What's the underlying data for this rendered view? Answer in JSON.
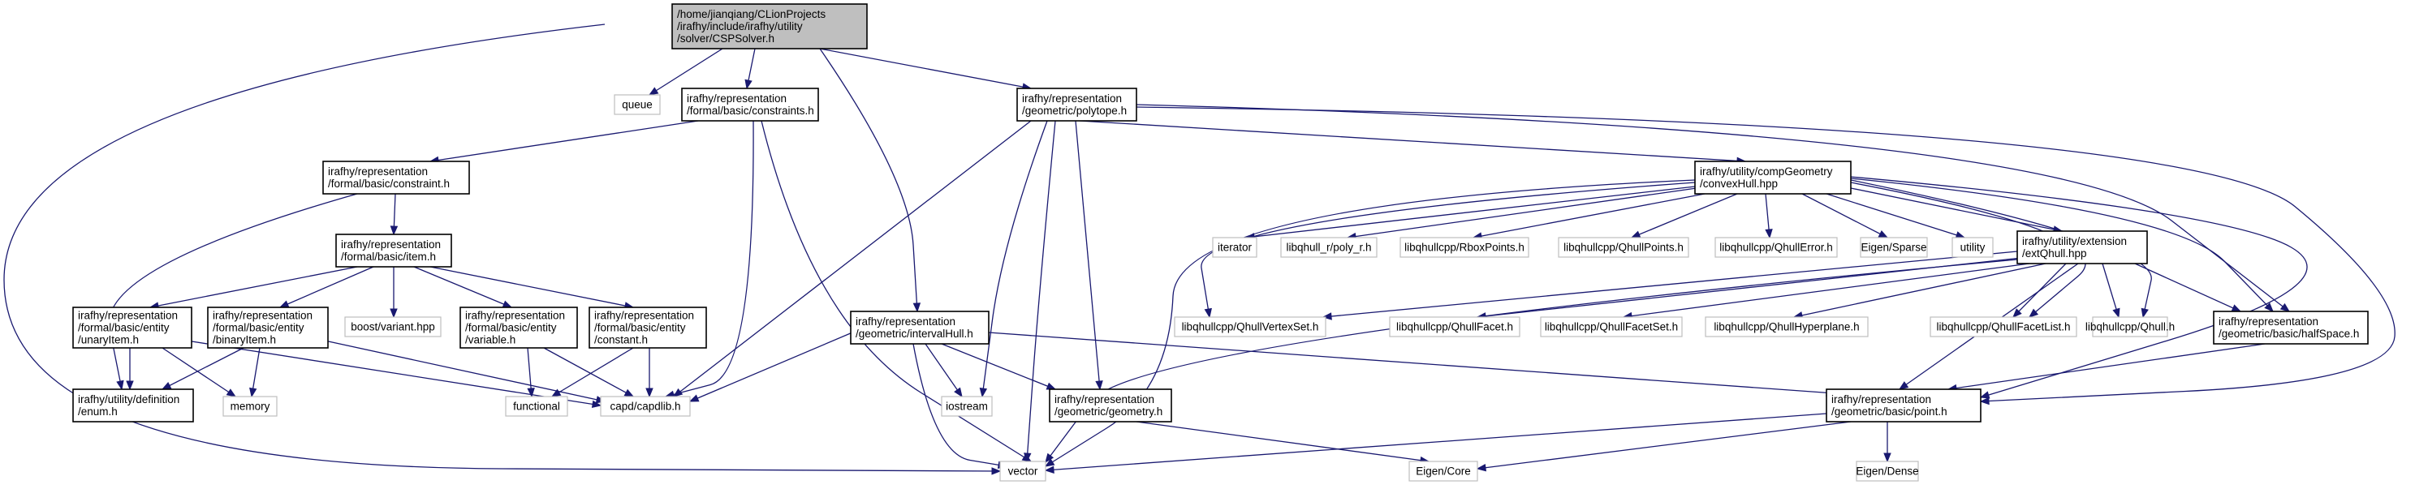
{
  "diagram": {
    "nodes": [
      {
        "id": "root",
        "lines": [
          "/home/jianqiang/CLionProjects",
          "/irafhy/include/irafhy/utility",
          "/solver/CSPSolver.h"
        ],
        "kind": "root"
      },
      {
        "id": "queue",
        "lines": [
          "queue"
        ],
        "kind": "external"
      },
      {
        "id": "constraints",
        "lines": [
          "irafhy/representation",
          "/formal/basic/constraints.h"
        ],
        "kind": "internal"
      },
      {
        "id": "polytope",
        "lines": [
          "irafhy/representation",
          "/geometric/polytope.h"
        ],
        "kind": "internal"
      },
      {
        "id": "constraint",
        "lines": [
          "irafhy/representation",
          "/formal/basic/constraint.h"
        ],
        "kind": "internal"
      },
      {
        "id": "convexhull",
        "lines": [
          "irafhy/utility/compGeometry",
          "/convexHull.hpp"
        ],
        "kind": "internal"
      },
      {
        "id": "item",
        "lines": [
          "irafhy/representation",
          "/formal/basic/item.h"
        ],
        "kind": "internal"
      },
      {
        "id": "iterator",
        "lines": [
          "iterator"
        ],
        "kind": "external"
      },
      {
        "id": "libqhullr",
        "lines": [
          "libqhull_r/poly_r.h"
        ],
        "kind": "external"
      },
      {
        "id": "rboxpoints",
        "lines": [
          "libqhullcpp/RboxPoints.h"
        ],
        "kind": "external"
      },
      {
        "id": "qhullpoints",
        "lines": [
          "libqhullcpp/QhullPoints.h"
        ],
        "kind": "external"
      },
      {
        "id": "qhullerror",
        "lines": [
          "libqhullcpp/QhullError.h"
        ],
        "kind": "external"
      },
      {
        "id": "eigensparse",
        "lines": [
          "Eigen/Sparse"
        ],
        "kind": "external"
      },
      {
        "id": "utility",
        "lines": [
          "utility"
        ],
        "kind": "external"
      },
      {
        "id": "extqhull",
        "lines": [
          "irafhy/utility/extension",
          "/extQhull.hpp"
        ],
        "kind": "internal"
      },
      {
        "id": "unaryitem",
        "lines": [
          "irafhy/representation",
          "/formal/basic/entity",
          "/unaryItem.h"
        ],
        "kind": "internal"
      },
      {
        "id": "binaryitem",
        "lines": [
          "irafhy/representation",
          "/formal/basic/entity",
          "/binaryItem.h"
        ],
        "kind": "internal"
      },
      {
        "id": "boostvariant",
        "lines": [
          "boost/variant.hpp"
        ],
        "kind": "external"
      },
      {
        "id": "variable",
        "lines": [
          "irafhy/representation",
          "/formal/basic/entity",
          "/variable.h"
        ],
        "kind": "internal"
      },
      {
        "id": "constant",
        "lines": [
          "irafhy/representation",
          "/formal/basic/entity",
          "/constant.h"
        ],
        "kind": "internal"
      },
      {
        "id": "intervalhull",
        "lines": [
          "irafhy/representation",
          "/geometric/intervalHull.h"
        ],
        "kind": "internal"
      },
      {
        "id": "qhullvertexset",
        "lines": [
          "libqhullcpp/QhullVertexSet.h"
        ],
        "kind": "external"
      },
      {
        "id": "qhullfacet",
        "lines": [
          "libqhullcpp/QhullFacet.h"
        ],
        "kind": "external"
      },
      {
        "id": "qhullfacetset",
        "lines": [
          "libqhullcpp/QhullFacetSet.h"
        ],
        "kind": "external"
      },
      {
        "id": "qhullhyperplane",
        "lines": [
          "libqhullcpp/QhullHyperplane.h"
        ],
        "kind": "external"
      },
      {
        "id": "qhullfacetlist",
        "lines": [
          "libqhullcpp/QhullFacetList.h"
        ],
        "kind": "external"
      },
      {
        "id": "qhullh",
        "lines": [
          "libqhullcpp/Qhull.h"
        ],
        "kind": "external"
      },
      {
        "id": "halfspace",
        "lines": [
          "irafhy/representation",
          "/geometric/basic/halfSpace.h"
        ],
        "kind": "internal"
      },
      {
        "id": "enumh",
        "lines": [
          "irafhy/utility/definition",
          "/enum.h"
        ],
        "kind": "internal"
      },
      {
        "id": "memory",
        "lines": [
          "memory"
        ],
        "kind": "external"
      },
      {
        "id": "functional",
        "lines": [
          "functional"
        ],
        "kind": "external"
      },
      {
        "id": "capdlib",
        "lines": [
          "capd/capdlib.h"
        ],
        "kind": "external"
      },
      {
        "id": "iostream",
        "lines": [
          "iostream"
        ],
        "kind": "external"
      },
      {
        "id": "geometry",
        "lines": [
          "irafhy/representation",
          "/geometric/geometry.h"
        ],
        "kind": "internal"
      },
      {
        "id": "pointh",
        "lines": [
          "irafhy/representation",
          "/geometric/basic/point.h"
        ],
        "kind": "internal"
      },
      {
        "id": "vector",
        "lines": [
          "vector"
        ],
        "kind": "external"
      },
      {
        "id": "eigencore",
        "lines": [
          "Eigen/Core"
        ],
        "kind": "external"
      },
      {
        "id": "eigendense",
        "lines": [
          "Eigen/Dense"
        ],
        "kind": "external"
      }
    ]
  }
}
